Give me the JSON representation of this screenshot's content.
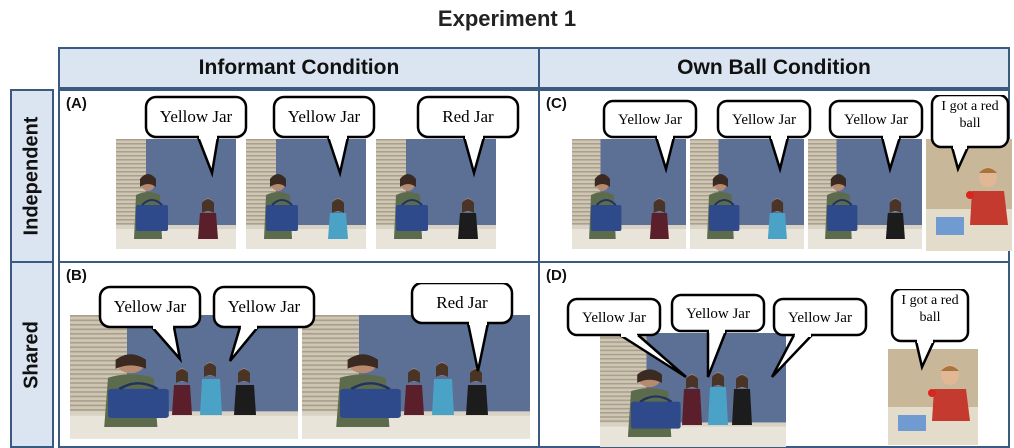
{
  "figure": {
    "title": "Experiment 1",
    "columns": [
      "Informant Condition",
      "Own Ball Condition"
    ],
    "rows": [
      "Independent",
      "Shared"
    ]
  },
  "panels": {
    "A": {
      "label": "(A)",
      "bubbles": [
        "Yellow Jar",
        "Yellow Jar",
        "Red Jar"
      ]
    },
    "B": {
      "label": "(B)",
      "bubbles": [
        "Yellow Jar",
        "Yellow Jar",
        "Red Jar"
      ]
    },
    "C": {
      "label": "(C)",
      "bubbles": [
        "Yellow Jar",
        "Yellow Jar",
        "Yellow Jar",
        "I got a red ball"
      ]
    },
    "D": {
      "label": "(D)",
      "bubbles": [
        "Yellow Jar",
        "Yellow Jar",
        "Yellow Jar",
        "I got a red ball"
      ]
    }
  },
  "colors": {
    "header_fill": "#dbe5f1",
    "border": "#3b5a82"
  }
}
